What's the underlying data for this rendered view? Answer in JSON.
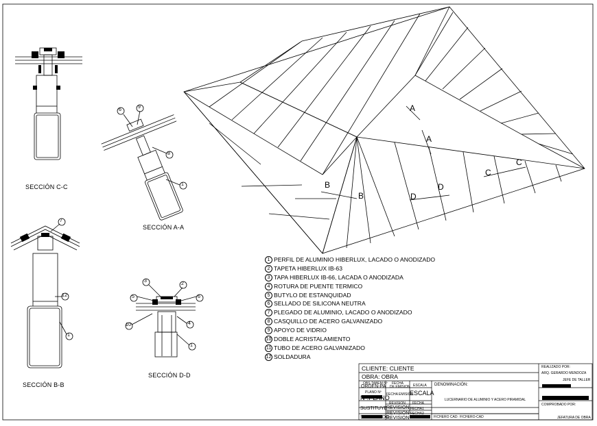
{
  "sections": {
    "c_c": "SECCIÓN C-C",
    "a_a": "SECCIÓN A-A",
    "b_b": "SECCIÓN B-B",
    "d_d": "SECCIÓN D-D"
  },
  "roof_marks": {
    "a1": "A",
    "a2": "A",
    "b1": "B",
    "b2": "B",
    "c1": "C",
    "c2": "C",
    "d1": "D",
    "d2": "D"
  },
  "callouts": {
    "aa_6": "6",
    "aa_9": "9",
    "aa_8": "8",
    "aa_1": "1",
    "bb_7": "7",
    "bb_12": "12",
    "bb_1": "1",
    "dd_3": "3",
    "dd_2": "2",
    "dd_5": "5",
    "dd_6": "6",
    "dd_10": "10",
    "dd_4": "4",
    "dd_1": "1"
  },
  "legend": [
    {
      "n": "1",
      "text": "PERFIL DE ALUMINIO HIBERLUX, LACADO O ANODIZADO"
    },
    {
      "n": "2",
      "text": "TAPETA HIBERLUX IB-63"
    },
    {
      "n": "3",
      "text": "TAPA HIBERLUX IB-66, LACADA O ANODIZADA"
    },
    {
      "n": "4",
      "text": "ROTURA DE PUENTE TERMICO"
    },
    {
      "n": "5",
      "text": "BUTYLO DE ESTANQUIDAD"
    },
    {
      "n": "6",
      "text": "SELLADO DE SILICONA NEUTRA"
    },
    {
      "n": "7",
      "text": "PLEGADO DE ALUMINIO, LACADO O ANODIZADO"
    },
    {
      "n": "8",
      "text": "CASQUILLO DE ACERO GALVANIZADO"
    },
    {
      "n": "9",
      "text": "APOYO DE VIDRIO"
    },
    {
      "n": "10",
      "text": "DOBLE ACRISTALAMIENTO"
    },
    {
      "n": "11",
      "text": "TUBO DE ACERO GALVANIZADO"
    },
    {
      "n": "12",
      "text": "SOLDADURA"
    }
  ],
  "title_block": {
    "cliente": "CLIENTE: CLIENTE",
    "obra": "OBRA: OBRA",
    "orden_de": "OBS.TABEM Nº",
    "orden_pa": "ORDEN-PA",
    "fecha": "FECHA",
    "de_emision": "DE EMISION",
    "escala_small": "ESCALA",
    "denominacion": "DENOMINACIÓN:",
    "plano_n": "PLANO Nº",
    "n_plano": "Nº.PLANO",
    "fecha_emision": "FECHA EMISION",
    "escala_big": "ESCALA",
    "revision_small": "REVISION",
    "fecha2": "FECHA",
    "descripcion": "LUCERNARIO DE ALUMINIO Y ACERO PIRAMIDAL",
    "sustituye": "SUSTITUYE",
    "revision1": "REVISION",
    "fecha_r1": "FECHA1",
    "revision2": "REVISION",
    "fecha_r2": "FECHA2",
    "sustituido": "SUSTITUIDO",
    "revision3": "REVISION",
    "fichero_cad": "FICHERO CAD:",
    "fichero_val": "FICHERO-CAD",
    "realizado": "REALIZADO POR:",
    "realizado_nombre": "ARQ. GERARDO MENDOZA",
    "jefe_taller": "JEFE DE TALLER",
    "comprobado": "COMPROBADO POR:",
    "jefatura": "JEFATURA DE OBRA"
  }
}
